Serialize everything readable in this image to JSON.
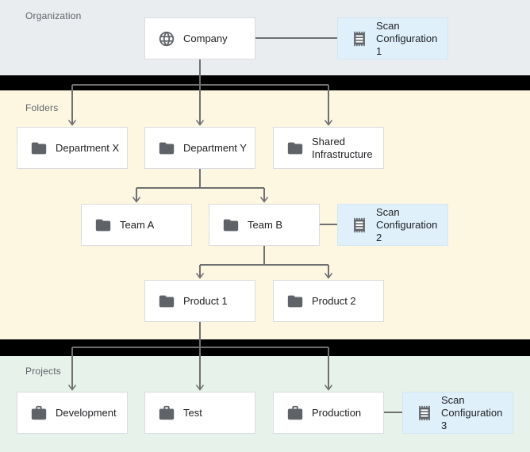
{
  "sections": {
    "organization": {
      "label": "Organization"
    },
    "folders": {
      "label": "Folders"
    },
    "projects": {
      "label": "Projects"
    }
  },
  "nodes": {
    "company": {
      "label": "Company",
      "icon": "globe-icon",
      "section": "organization"
    },
    "scan_config_1": {
      "label": "Scan Configuration 1",
      "icon": "scan-config-icon",
      "section": "organization"
    },
    "department_x": {
      "label": "Department X",
      "icon": "folder-icon",
      "section": "folders"
    },
    "department_y": {
      "label": "Department Y",
      "icon": "folder-icon",
      "section": "folders"
    },
    "shared_infrastructure": {
      "label": "Shared Infrastructure",
      "icon": "folder-icon",
      "section": "folders"
    },
    "team_a": {
      "label": "Team A",
      "icon": "folder-icon",
      "section": "folders"
    },
    "team_b": {
      "label": "Team B",
      "icon": "folder-icon",
      "section": "folders"
    },
    "scan_config_2": {
      "label": "Scan Configuration 2",
      "icon": "scan-config-icon",
      "section": "folders"
    },
    "product_1": {
      "label": "Product 1",
      "icon": "folder-icon",
      "section": "folders"
    },
    "product_2": {
      "label": "Product 2",
      "icon": "folder-icon",
      "section": "folders"
    },
    "development": {
      "label": "Development",
      "icon": "briefcase-icon",
      "section": "projects"
    },
    "test": {
      "label": "Test",
      "icon": "briefcase-icon",
      "section": "projects"
    },
    "production": {
      "label": "Production",
      "icon": "briefcase-icon",
      "section": "projects"
    },
    "scan_config_3": {
      "label": "Scan Configuration 3",
      "icon": "scan-config-icon",
      "section": "projects"
    }
  },
  "edges": [
    {
      "from": "company",
      "to": "department_x"
    },
    {
      "from": "company",
      "to": "department_y"
    },
    {
      "from": "company",
      "to": "shared_infrastructure"
    },
    {
      "from": "department_y",
      "to": "team_a"
    },
    {
      "from": "department_y",
      "to": "team_b"
    },
    {
      "from": "team_b",
      "to": "product_1"
    },
    {
      "from": "team_b",
      "to": "product_2"
    },
    {
      "from": "product_1",
      "to": "development"
    },
    {
      "from": "product_1",
      "to": "test"
    },
    {
      "from": "product_1",
      "to": "production"
    }
  ],
  "scan_config_attachments": [
    {
      "config": "scan_config_1",
      "target": "company"
    },
    {
      "config": "scan_config_2",
      "target": "team_b"
    },
    {
      "config": "scan_config_3",
      "target": "production"
    }
  ],
  "colors": {
    "organization_bg": "#e9edf0",
    "folders_bg": "#fdf7e2",
    "projects_bg": "#e6f2ea",
    "scan_config_bg": "#dff0fb",
    "node_bg": "#ffffff",
    "node_border": "#dadce0",
    "connector": "#707070",
    "icon": "#5f6368",
    "section_separator": "#000000"
  }
}
